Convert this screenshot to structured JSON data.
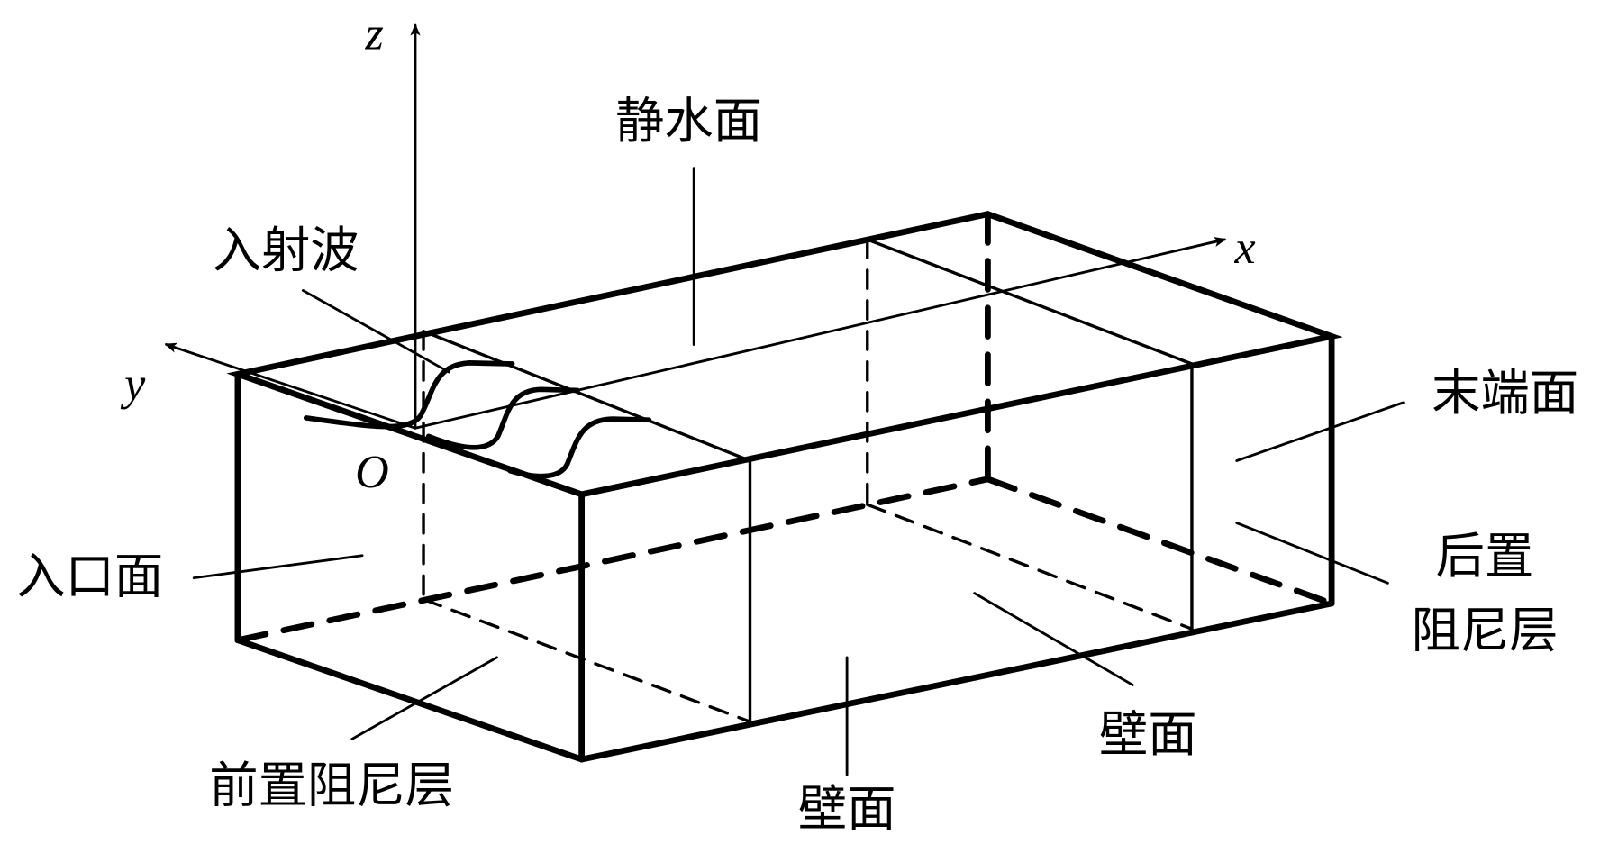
{
  "axes": {
    "x": "x",
    "y": "y",
    "z": "z",
    "origin": "O"
  },
  "labels": {
    "still_water_surface": "静水面",
    "incident_wave": "入射波",
    "inlet_surface": "入口面",
    "end_surface": "末端面",
    "rear_damping_layer_1": "后置",
    "rear_damping_layer_2": "阻尼层",
    "wall_right": "壁面",
    "wall_bottom": "壁面",
    "front_damping_layer": "前置阻尼层"
  },
  "colors": {
    "stroke": "#000000",
    "background": "#ffffff"
  }
}
